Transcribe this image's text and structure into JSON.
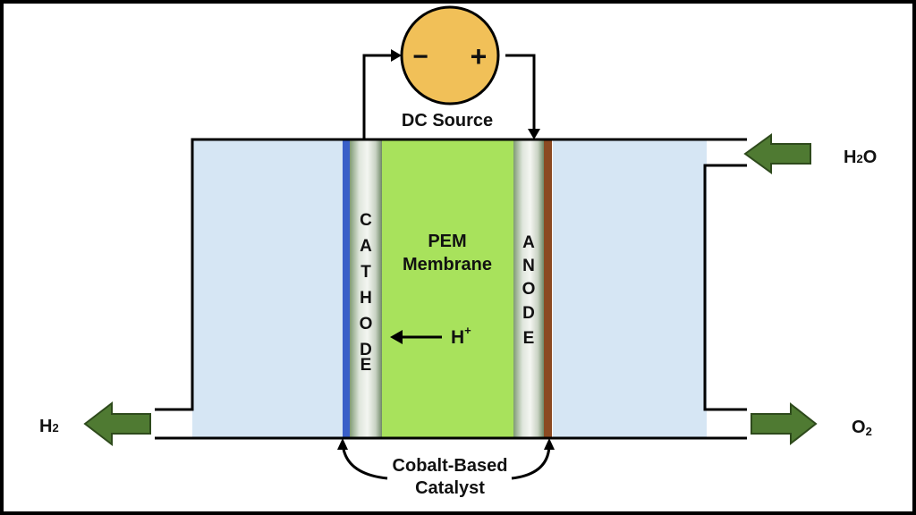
{
  "labels": {
    "dc_source": "DC Source",
    "minus": "−",
    "plus": "+",
    "cathode": "CATHODE",
    "anode": "ANODE",
    "pem_line1": "PEM",
    "pem_line2": "Membrane",
    "proton_base": "H",
    "proton_charge": "+",
    "h2o_base": "H",
    "h2o_sub": "2",
    "h2o_end": "O",
    "h2_base": "H",
    "h2_sub": "2",
    "o2_base": "O",
    "o2_sub": "2",
    "catalyst_line1": "Cobalt-Based",
    "catalyst_line2": "Catalyst"
  },
  "colors": {
    "border": "#000000",
    "chamber": "#d6e6f4",
    "membrane": "#a8e25c",
    "cathode_edge": "#3a5fc8",
    "anode_edge": "#8b4a22",
    "dc_source": "#f1c058",
    "arrow_green": "#4f7a32",
    "arrow_outline": "#2e4a1c"
  }
}
